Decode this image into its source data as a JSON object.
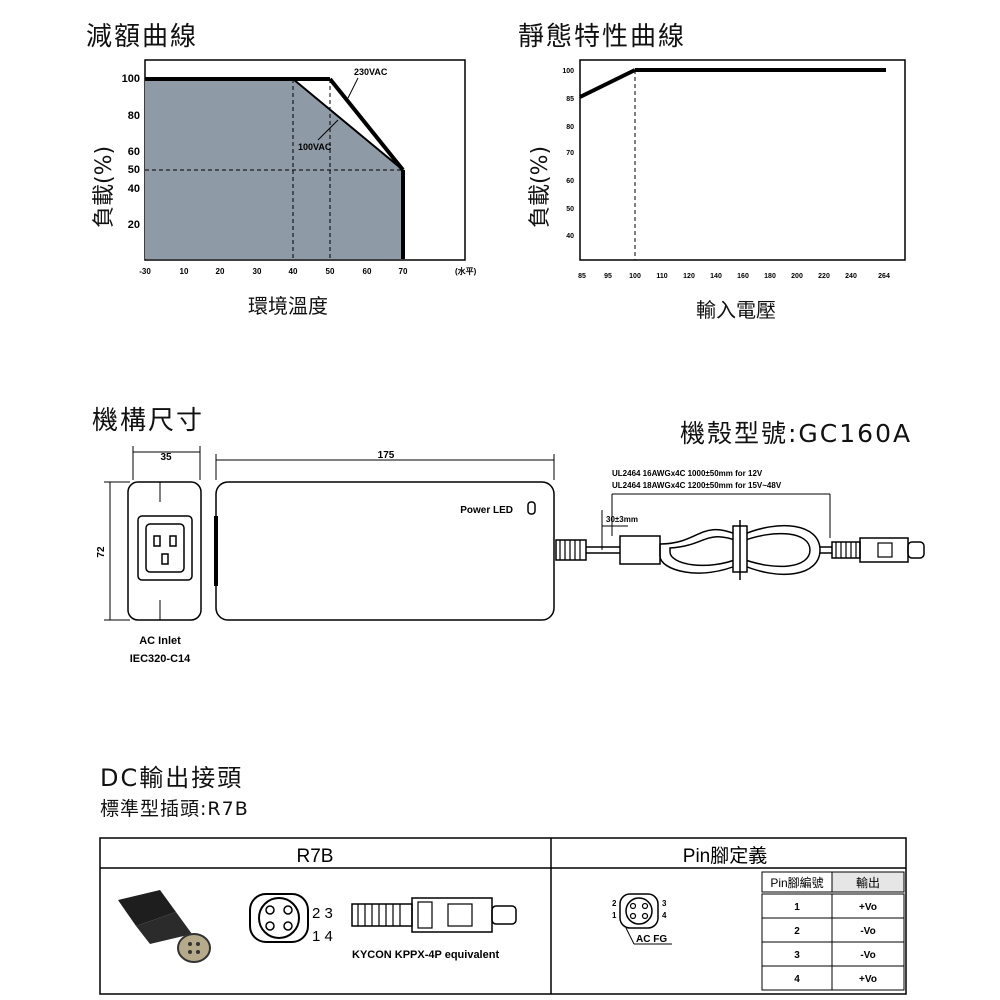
{
  "derating": {
    "title": "減額曲線",
    "xlabel": "環境溫度",
    "ylabel": "負載(%)",
    "x_unit": "(水平)",
    "label_230": "230VAC",
    "label_100": "100VAC"
  },
  "static": {
    "title": "靜態特性曲線",
    "xlabel": "輸入電壓",
    "ylabel": "負載(%)"
  },
  "chart_data": [
    {
      "type": "line",
      "title": "減額曲線",
      "xlabel": "環境溫度",
      "ylabel": "負載(%)",
      "x_ticks": [
        "-30",
        "10",
        "20",
        "30",
        "40",
        "50",
        "60",
        "70"
      ],
      "y_ticks": [
        "100",
        "80",
        "60",
        "50",
        "40",
        "20"
      ],
      "series": [
        {
          "name": "230VAC",
          "x": [
            "-30",
            "50",
            "70",
            "70"
          ],
          "y": [
            100,
            100,
            50,
            0
          ]
        },
        {
          "name": "100VAC",
          "x": [
            "-30",
            "40",
            "70",
            "70"
          ],
          "y": [
            100,
            100,
            50,
            0
          ]
        }
      ]
    },
    {
      "type": "line",
      "title": "靜態特性曲線",
      "xlabel": "輸入電壓",
      "ylabel": "負載(%)",
      "x_ticks": [
        "85",
        "95",
        "100",
        "110",
        "120",
        "140",
        "160",
        "180",
        "200",
        "220",
        "240",
        "264"
      ],
      "y_ticks": [
        "100",
        "85",
        "80",
        "70",
        "60",
        "50",
        "40"
      ],
      "series": [
        {
          "x": [
            "85",
            "100",
            "264"
          ],
          "y": [
            85,
            100,
            100
          ]
        }
      ]
    }
  ],
  "mechanical": {
    "title": "機構尺寸",
    "case_model": "機殼型號:GC160A",
    "dim_35": "35",
    "dim_175": "175",
    "dim_72": "72",
    "power_led": "Power LED",
    "ac_inlet_1": "AC Inlet",
    "ac_inlet_2": "IEC320-C14",
    "cable_1": "UL2464 16AWGx4C 1000±50mm for 12V",
    "cable_2": "UL2464 18AWGx4C 1200±50mm for 15V~48V",
    "dim_30": "30±3mm"
  },
  "dc": {
    "title": "DC輸出接頭",
    "subtitle": "標準型插頭:R7B",
    "col_r7b": "R7B",
    "col_pin": "Pin腳定義",
    "pins_top": "2 3",
    "pins_bottom": "1 4",
    "connector_label": "KYCON  KPPX-4P equivalent",
    "pin_small_2": "2",
    "pin_small_1": "1",
    "pin_small_3": "3",
    "pin_small_4": "4",
    "acfg": "AC FG",
    "table_headers": [
      "Pin腳編號",
      "輸出"
    ],
    "table_rows": [
      {
        "pin": "1",
        "out": "+Vo"
      },
      {
        "pin": "2",
        "out": "-Vo"
      },
      {
        "pin": "3",
        "out": "-Vo"
      },
      {
        "pin": "4",
        "out": "+Vo"
      }
    ]
  }
}
